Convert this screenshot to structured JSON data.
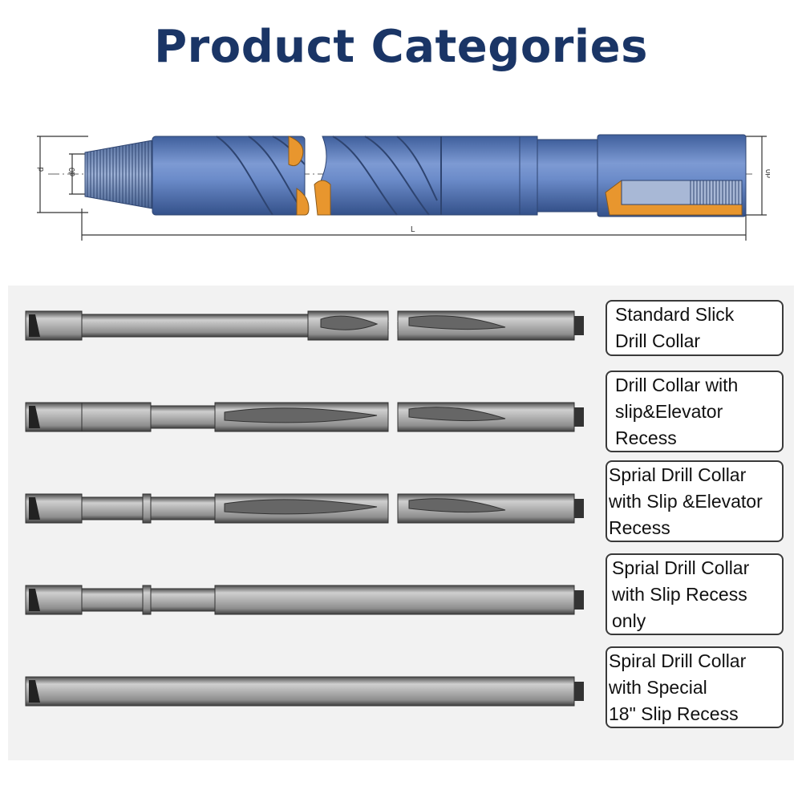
{
  "title": "Product Categories",
  "diagram": {
    "body_color": "#5b7fc0",
    "orange_color": "#e8962e",
    "dim_labels": [
      "d",
      "d0",
      "d0",
      "L"
    ]
  },
  "categories": [
    {
      "id": "standard-slick",
      "lines": [
        "Standard Slick",
        "Drill Collar"
      ]
    },
    {
      "id": "slip-elevator",
      "lines": [
        "Drill Collar with",
        "slip&Elevator",
        "Recess"
      ]
    },
    {
      "id": "spiral-slip-elevator",
      "lines": [
        "Sprial Drill Collar",
        "with Slip &Elevator",
        "Recess"
      ]
    },
    {
      "id": "spiral-slip-only",
      "lines": [
        "Sprial Drill Collar",
        "with Slip Recess",
        "only"
      ]
    },
    {
      "id": "spiral-special-slip",
      "lines": [
        "Spiral Drill Collar",
        "with Special",
        "18\" Slip Recess"
      ]
    }
  ]
}
